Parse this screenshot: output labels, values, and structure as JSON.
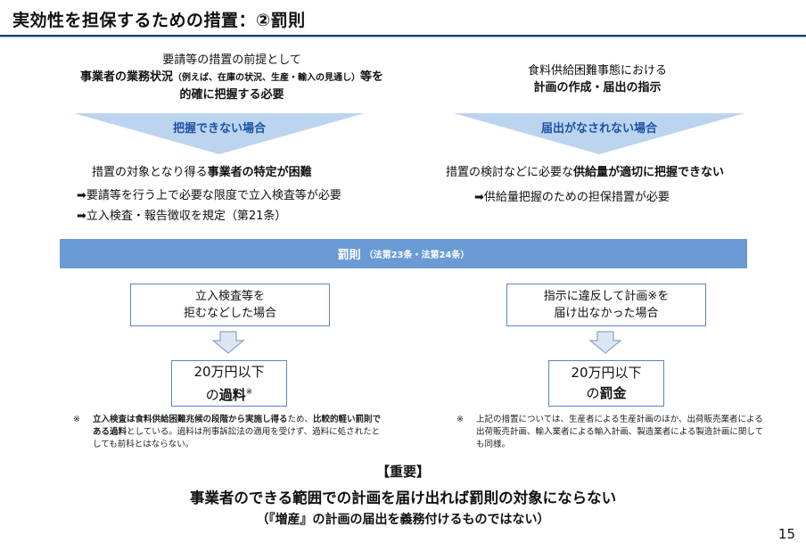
{
  "title": "実効性を担保するための措置：②罰則",
  "left": {
    "premise_line1": "要請等の措置の前提として",
    "premise_line2_bold": "事業者の業務状況",
    "premise_line2_small": "（例えば、在庫の状況、生産・輸入の見通し）",
    "premise_line2_tail": "等を",
    "premise_line3": "的確に把握する必要",
    "band_label": "把握できない場合",
    "issue_prefix": "措置の対象となり得る",
    "issue_bold": "事業者の特定が困難",
    "arrow_item1": "➡要請等を行う上で必要な限度で立入検査等が必要",
    "arrow_item2": "➡立入検査・報告徴収を規定（第21条）",
    "case_line1": "立入検査等を",
    "case_line2": "拒むなどした場合",
    "penalty_line1": "20万円以下",
    "penalty_line2_pre": "の",
    "penalty_line2_bold": "過料",
    "penalty_line2_mark": "※",
    "note_mark": "※",
    "note_bold1": "立入検査は食料供給困難兆候の段階から実施し得る",
    "note_text1": "ため、",
    "note_bold2": "比較的軽い罰則である過料",
    "note_text2": "としている。過料は刑事訴訟法の適用を受けず、過料に処されたとしても前科とはならない。"
  },
  "right": {
    "premise_line1": "食料供給困難事態における",
    "premise_line2": "計画の作成・届出の指示",
    "band_label": "届出がなされない場合",
    "issue_prefix": "措置の検討などに必要な",
    "issue_bold": "供給量が適切に把握できない",
    "arrow_item1": "➡供給量把握のための担保措置が必要",
    "case_line1": "指示に違反して計画※を",
    "case_line2": "届け出なかった場合",
    "penalty_line1": "20万円以下",
    "penalty_line2_pre": "の",
    "penalty_line2_bold": "罰金",
    "note_mark": "※",
    "note_text": "上記の措置については、生産者による生産計画のほか、出荷販売業者による出荷販売計画、輸入業者による輸入計画、製造業者による製造計画に関しても同様。"
  },
  "bar": {
    "label": "罰則",
    "sub": "（法第23条・法第24条）"
  },
  "important": {
    "heading": "【重要】",
    "main": "事業者のできる範囲での計画を届け出れば罰則の対象にならない",
    "sub": "（『増産』の計画の届出を義務付けるものではない）"
  },
  "page_number": "15",
  "colors": {
    "title_rule": "#1f3f73",
    "band_fill": "#bcd4ee",
    "band_text": "#1a52a8",
    "bar_fill": "#6a9bd4",
    "box_border": "#5b85bf",
    "arrow_fill": "#dce6f2",
    "arrow_stroke": "#8ca3c2"
  }
}
